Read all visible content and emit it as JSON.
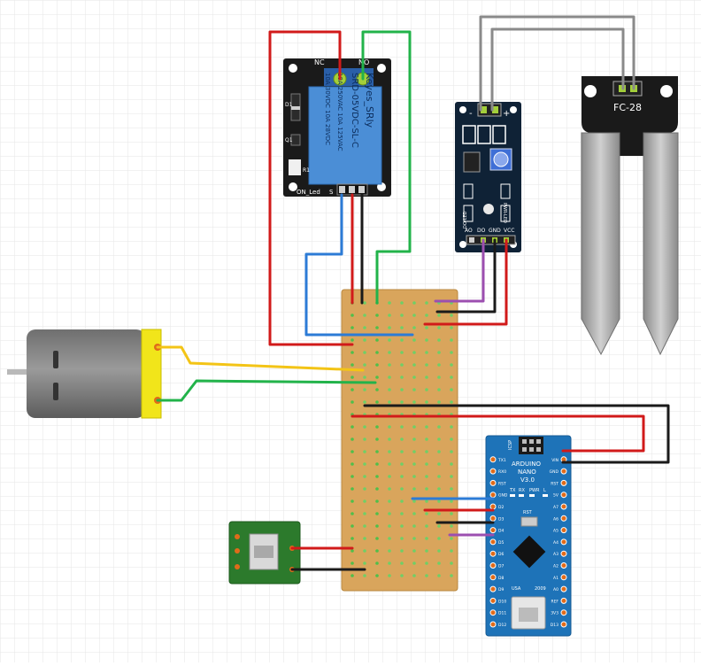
{
  "relay": {
    "nc_label": "NC",
    "no_label": "NO",
    "brand": "Keyes_SRly",
    "model": "SRD-05VDC-SL-C",
    "rating1": "10A 250VAC  10A 125VAC",
    "rating2": "10A 30VDC  10A 28VDC",
    "d1_label": "D1",
    "q1_label": "Q1",
    "r1_label": "R1",
    "led_label": "ON_Led",
    "s_label": "S"
  },
  "sensor_module": {
    "minus_label": "-",
    "plus_label": "+",
    "pin_labels": [
      "AO",
      "DO",
      "GND",
      "VCC"
    ],
    "led_label": "DO-LED",
    "pwr_label": "PWR-LED"
  },
  "probe": {
    "label": "FC-28"
  },
  "arduino": {
    "line1": "ARDUINO",
    "line2": "NANO",
    "line3": "V3.0",
    "icsp_label": "ICSP",
    "tx_label": "TX",
    "rx_label": "RX",
    "pwr_label": "PWR",
    "l_label": "L",
    "rst_label": "RST",
    "usa_label": "USA",
    "year_label": "2009",
    "left_pins": [
      "D12",
      "D11",
      "D10",
      "D9",
      "D8",
      "D7",
      "D6",
      "D5",
      "D4",
      "D3",
      "D2",
      "GND",
      "RST",
      "RX0",
      "TX1"
    ],
    "right_pins": [
      "D13",
      "3V3",
      "REF",
      "A0",
      "A1",
      "A2",
      "A3",
      "A4",
      "A5",
      "A6",
      "A7",
      "5V",
      "RST",
      "GND",
      "VIN"
    ]
  },
  "colors": {
    "wire_red": "#d11a1a",
    "wire_black": "#1a1a1a",
    "wire_green": "#22b34a",
    "wire_blue": "#2c7bd6",
    "wire_yellow": "#f3c416",
    "wire_purple": "#9c4fb0",
    "wire_gray": "#8a8a8a",
    "perfboard": "#d9a55c",
    "pcb_blue": "#1e73b8",
    "pcb_dark": "#1e2a3a"
  }
}
